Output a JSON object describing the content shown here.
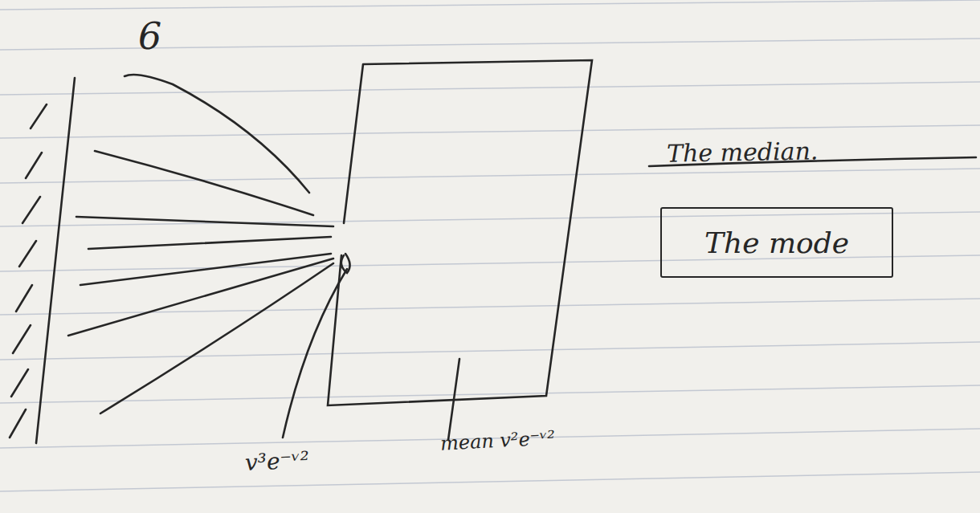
{
  "diagram": {
    "nodes": [
      {
        "text": [
          "The mode"
        ]
      }
    ],
    "labels": [
      "6",
      "The median.",
      "v³e⁻ᵛ²",
      "mean v²e⁻ᵛ²"
    ]
  }
}
